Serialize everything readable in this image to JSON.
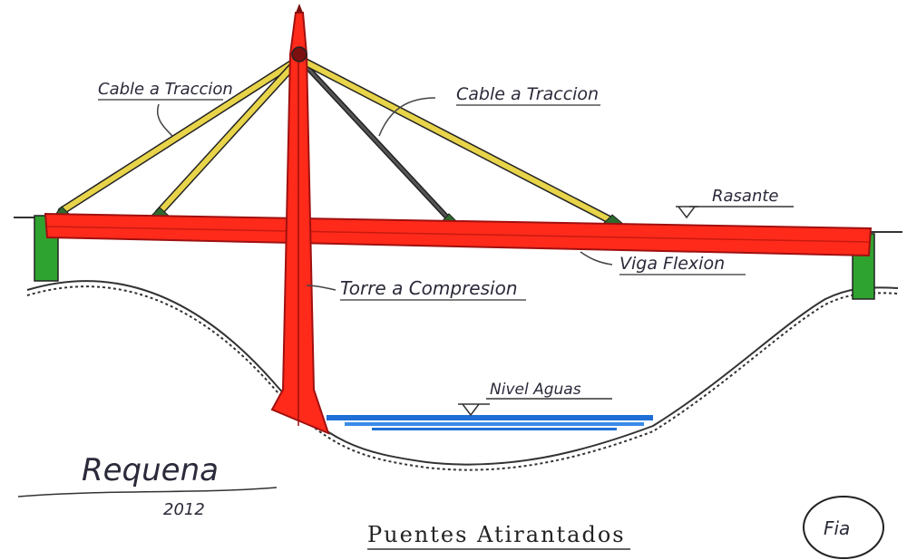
{
  "labels": {
    "cable_left": "Cable a Traccion",
    "cable_right": "Cable a Traccion",
    "rasante": "Rasante",
    "viga": "Viga Flexion",
    "torre": "Torre a Compresion",
    "nivel": "Nivel Aguas"
  },
  "title": "Puentes Atirantados",
  "signature": {
    "name": "Requena",
    "year": "2012"
  },
  "badge": "Fia",
  "colors": {
    "deck": "#ff2a1a",
    "tower": "#ff2a1a",
    "cable": "#e8d44a",
    "abutment": "#2fa32f",
    "water": "#1f6fd6",
    "ink": "#2a2a3a"
  }
}
